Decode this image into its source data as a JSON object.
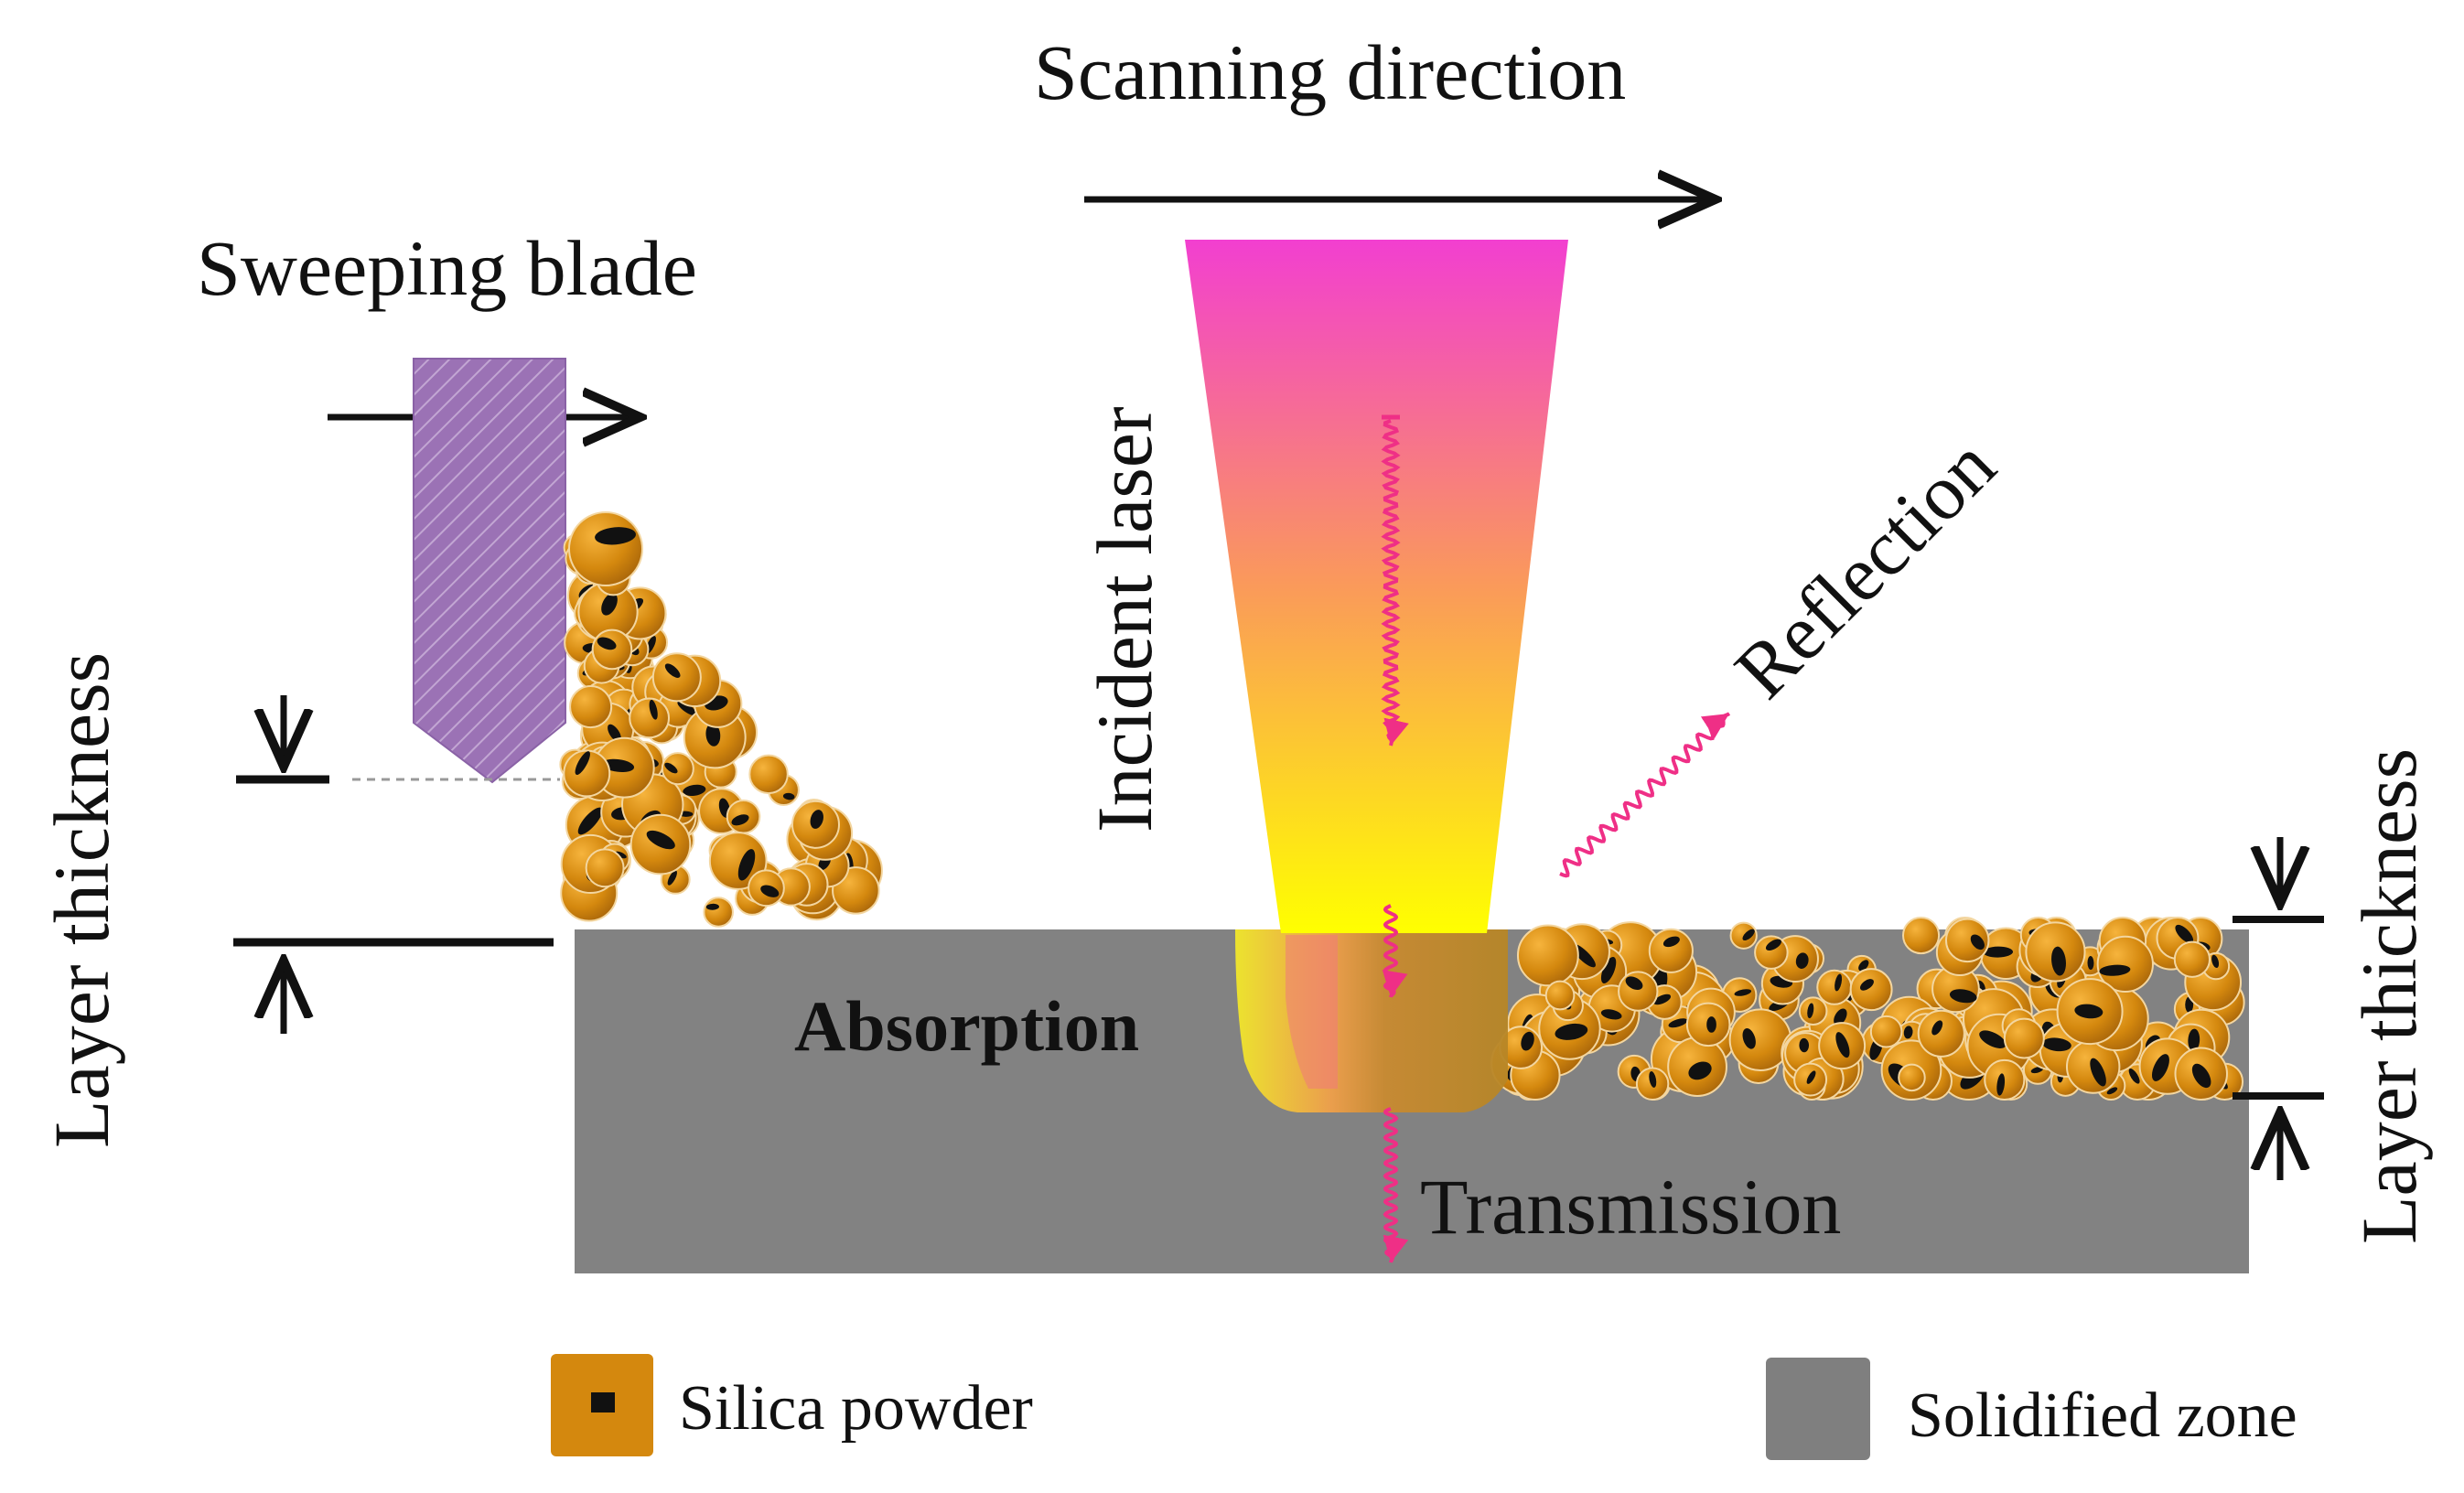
{
  "labels": {
    "scanning_direction": "Scanning direction",
    "sweeping_blade": "Sweeping blade",
    "incident_laser": "Incident laser",
    "reflection": "Reflection",
    "layer_thickness_left": "Layer thickness",
    "layer_thickness_right": "Layer thickness",
    "absorption": "Absorption",
    "transmission": "Transmission"
  },
  "legend": [
    {
      "label": "Silica powder",
      "icon": "silica-powder-swatch",
      "color": "#d4880e"
    },
    {
      "label": "Solidified zone",
      "icon": "solidified-zone-swatch",
      "color": "#7f7f7f"
    }
  ],
  "colors": {
    "blade": "#9b72b5",
    "powder": "#d4880e",
    "solid": "#828282",
    "laser_top": "#f23fd0",
    "laser_bottom": "#ffff00",
    "ray": "#ef2f86"
  }
}
